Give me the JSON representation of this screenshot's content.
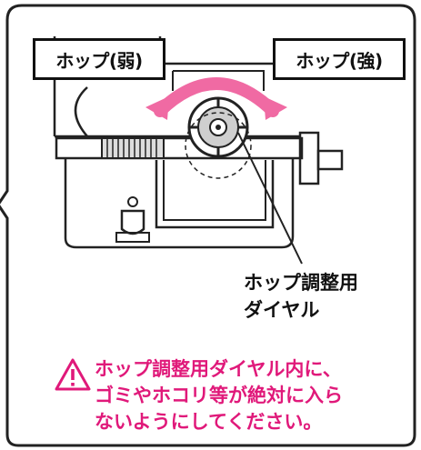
{
  "labels": {
    "hop_weak": "ホップ(弱)",
    "hop_strong": "ホップ(強)"
  },
  "callout": {
    "line1": "ホップ調整用",
    "line2": "ダイヤル"
  },
  "warning": {
    "line1": "ホップ調整用ダイヤル内に、",
    "line2": "ゴミやホコリ等が絶対に入ら",
    "line3": "ないようにしてください。",
    "icon": "warning-triangle-icon",
    "color": "#e0197a"
  },
  "colors": {
    "line": "#222222",
    "arrow": "#f06aa3",
    "background": "#ffffff"
  }
}
